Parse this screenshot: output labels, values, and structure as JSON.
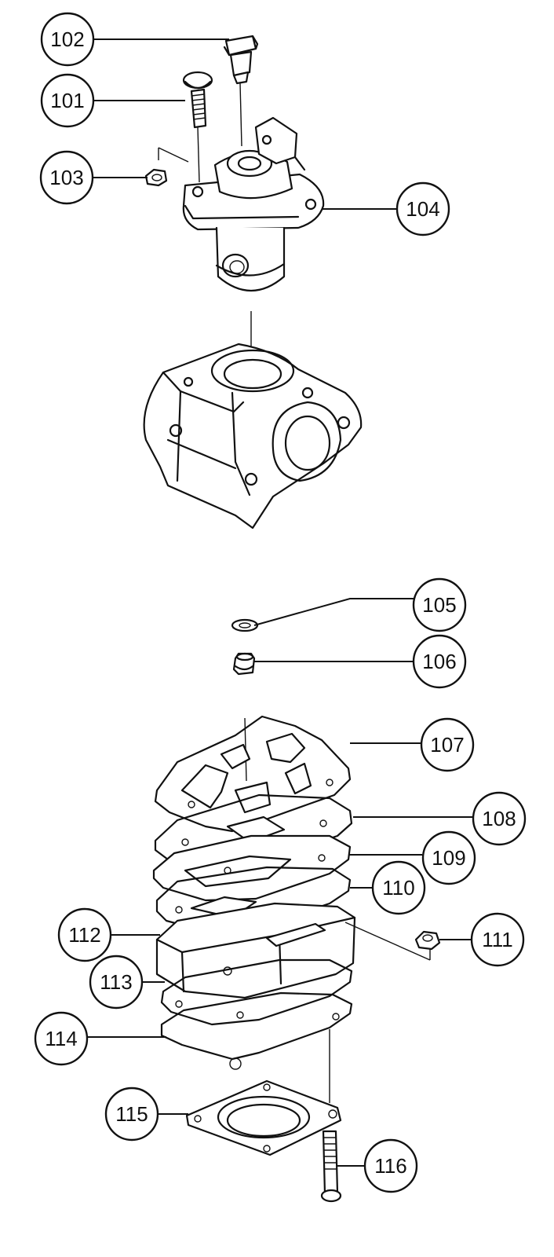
{
  "callouts": [
    {
      "label": "101"
    },
    {
      "label": "102"
    },
    {
      "label": "103"
    },
    {
      "label": "104"
    },
    {
      "label": "105"
    },
    {
      "label": "106"
    },
    {
      "label": "107"
    },
    {
      "label": "108"
    },
    {
      "label": "109"
    },
    {
      "label": "110"
    },
    {
      "label": "111"
    },
    {
      "label": "112"
    },
    {
      "label": "113"
    },
    {
      "label": "114"
    },
    {
      "label": "115"
    },
    {
      "label": "116"
    }
  ]
}
